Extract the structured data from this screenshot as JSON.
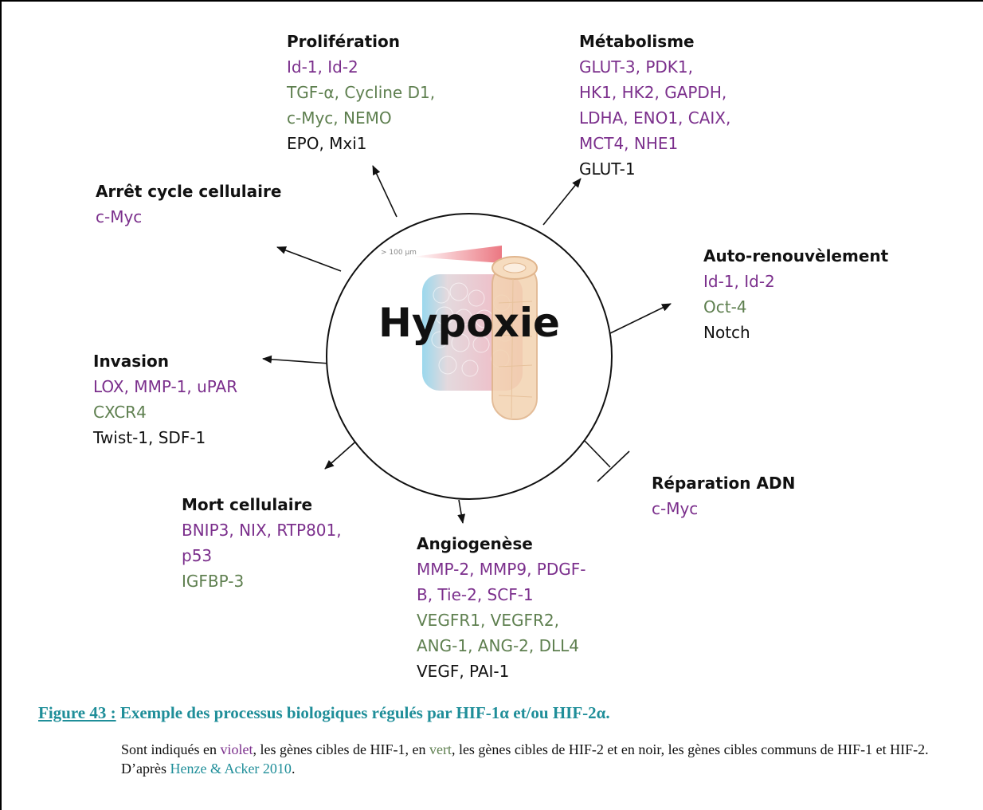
{
  "center": {
    "title": "Hypoxie",
    "scale_label": "> 100 µm"
  },
  "groups": {
    "proliferation": {
      "title": "Prolifération",
      "lines": [
        {
          "text": "Id-1, Id-2",
          "color": "violet"
        },
        {
          "text": "TGF-α, Cycline D1,",
          "color": "green"
        },
        {
          "text": "c-Myc, NEMO",
          "color": "green"
        },
        {
          "text": "EPO, Mxi1",
          "color": "black"
        }
      ]
    },
    "metabolisme": {
      "title": "Métabolisme",
      "lines": [
        {
          "text": "GLUT-3, PDK1,",
          "color": "violet"
        },
        {
          "text": "HK1, HK2, GAPDH,",
          "color": "violet"
        },
        {
          "text": "LDHA, ENO1, CAIX,",
          "color": "violet"
        },
        {
          "text": "MCT4, NHE1",
          "color": "violet"
        },
        {
          "text": "GLUT-1",
          "color": "black"
        }
      ]
    },
    "arret": {
      "title": "Arrêt cycle cellulaire",
      "lines": [
        {
          "text": "c-Myc",
          "color": "violet"
        }
      ]
    },
    "autorenouvellement": {
      "title": "Auto-renouvèlement",
      "lines": [
        {
          "text": "Id-1, Id-2",
          "color": "violet"
        },
        {
          "text": "Oct-4",
          "color": "green"
        },
        {
          "text": "Notch",
          "color": "black"
        }
      ]
    },
    "invasion": {
      "title": "Invasion",
      "lines": [
        {
          "text": "LOX, MMP-1, uPAR",
          "color": "violet"
        },
        {
          "text": "CXCR4",
          "color": "green"
        },
        {
          "text": "Twist-1, SDF-1",
          "color": "black"
        }
      ]
    },
    "reparation": {
      "title": "Réparation ADN",
      "lines": [
        {
          "text": "c-Myc",
          "color": "violet"
        }
      ]
    },
    "mort": {
      "title": "Mort cellulaire",
      "lines": [
        {
          "text": "BNIP3, NIX, RTP801,",
          "color": "violet"
        },
        {
          "text": "p53",
          "color": "violet"
        },
        {
          "text": "IGFBP-3",
          "color": "green"
        }
      ]
    },
    "angiogenese": {
      "title": "Angiogenèse",
      "lines": [
        {
          "text": "MMP-2, MMP9, PDGF-",
          "color": "violet"
        },
        {
          "text": "B, Tie-2, SCF-1",
          "color": "violet"
        },
        {
          "text": "VEGFR1, VEGFR2,",
          "color": "green"
        },
        {
          "text": "ANG-1, ANG-2, DLL4",
          "color": "green"
        },
        {
          "text": "VEGF, PAI-1",
          "color": "black"
        }
      ]
    }
  },
  "caption": {
    "label": "Figure 43 :",
    "text": " Exemple des processus biologiques régulés par HIF-1α et/ou HIF-2α."
  },
  "note": {
    "p1": "Sont indiqués en ",
    "violet": "violet",
    "p2": ", les gènes cibles de HIF-1, en ",
    "green": "vert",
    "p3": ", les gènes cibles de HIF-2 et en noir, les gènes cibles communs de HIF-1 et HIF-2.",
    "p4": "D’après ",
    "ref": "Henze & Acker 2010",
    "p5": "."
  },
  "colors": {
    "violet": "#7b2f8c",
    "green": "#5e7f4f",
    "black": "#111111",
    "caption": "#1f8e99"
  }
}
